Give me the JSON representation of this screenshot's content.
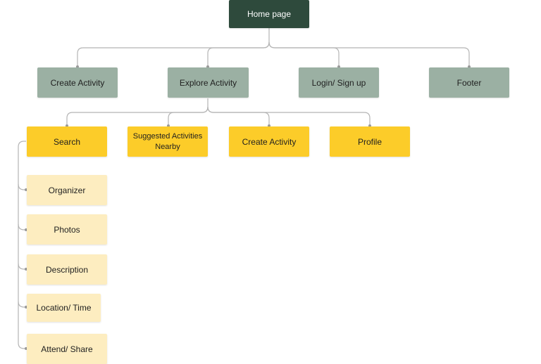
{
  "colors": {
    "root": "#2e4a3c",
    "level1": "#9bb0a3",
    "level2": "#fccc29",
    "level3": "#fdedc0",
    "connector": "#b5b5b5"
  },
  "root": {
    "label": "Home page"
  },
  "level1": [
    {
      "label": "Create Activity"
    },
    {
      "label": "Explore Activity"
    },
    {
      "label": "Login/ Sign up"
    },
    {
      "label": "Footer"
    }
  ],
  "level2": [
    {
      "label": "Search"
    },
    {
      "label": "Suggested Activities\nNearby"
    },
    {
      "label": "Create Activity"
    },
    {
      "label": "Profile"
    }
  ],
  "level3": [
    {
      "label": "Organizer"
    },
    {
      "label": "Photos"
    },
    {
      "label": "Description"
    },
    {
      "label": "Location/ Time"
    },
    {
      "label": "Attend/ Share"
    }
  ],
  "edges": [
    [
      "root",
      "level1.0"
    ],
    [
      "root",
      "level1.1"
    ],
    [
      "root",
      "level1.2"
    ],
    [
      "root",
      "level1.3"
    ],
    [
      "level1.1",
      "level2.0"
    ],
    [
      "level1.1",
      "level2.1"
    ],
    [
      "level1.1",
      "level2.2"
    ],
    [
      "level1.1",
      "level2.3"
    ],
    [
      "level2.0",
      "level3.0"
    ],
    [
      "level2.0",
      "level3.1"
    ],
    [
      "level2.0",
      "level3.2"
    ],
    [
      "level2.0",
      "level3.3"
    ],
    [
      "level2.0",
      "level3.4"
    ]
  ]
}
